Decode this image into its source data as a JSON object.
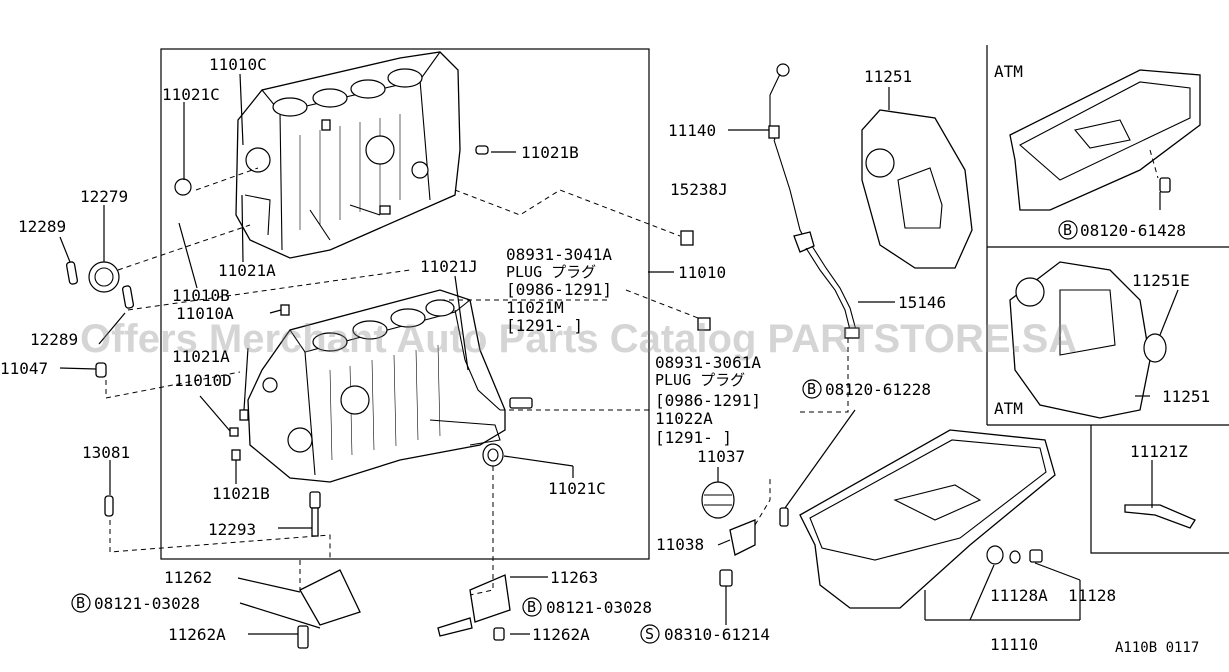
{
  "watermark": "Offers Merchant Auto Parts Catalog PARTSTORE.SA",
  "panel_labels": {
    "atm_top": "ATM",
    "atm_bottom": "ATM"
  },
  "labels": {
    "p11010C": "11010C",
    "p11021C_top": "11021C",
    "p12279": "12279",
    "p12289_top": "12289",
    "p11021B_top": "11021B",
    "p11021A_top": "11021A",
    "p11010B": "11010B",
    "p11010A": "11010A",
    "p12289_bot": "12289",
    "p11047": "11047",
    "p11021A_mid": "11021A",
    "p11010D": "11010D",
    "p13081": "13081",
    "p11021B_bot": "11021B",
    "p12293": "12293",
    "p11021J": "11021J",
    "p11021C_bot": "11021C",
    "p11010": "11010",
    "p15238J": "15238J",
    "p11140": "11140",
    "p11251_top": "11251",
    "p15146": "15146",
    "p11037": "11037",
    "p11038": "11038",
    "p11262": "11262",
    "p11262A_left": "11262A",
    "p11263": "11263",
    "p11262A_right": "11262A",
    "p11128A": "11128A",
    "p11128": "11128",
    "p11110": "11110",
    "p11251E": "11251E",
    "p11251_bot": "11251",
    "p11121Z": "11121Z",
    "ref_code": "A110B 0117"
  },
  "plug1": {
    "part": "08931-3041A",
    "name": "PLUG プラグ",
    "range1": "[0986-1291]",
    "alt": "11021M",
    "range2": "[1291-      ]"
  },
  "plug2": {
    "part": "08931-3061A",
    "name": "PLUG プラグ",
    "range1": "[0986-1291]",
    "alt": "11022A",
    "range2": "[1291-      ]"
  },
  "bolt_refs": {
    "b08120_61428": {
      "prefix": "B",
      "code": "08120-61428"
    },
    "b08120_61228": {
      "prefix": "B",
      "code": "08120-61228"
    },
    "b08121_03028_left": {
      "prefix": "B",
      "code": "08121-03028"
    },
    "b08121_03028_right": {
      "prefix": "B",
      "code": "08121-03028"
    },
    "s08310_61214": {
      "prefix": "S",
      "code": "08310-61214"
    }
  }
}
